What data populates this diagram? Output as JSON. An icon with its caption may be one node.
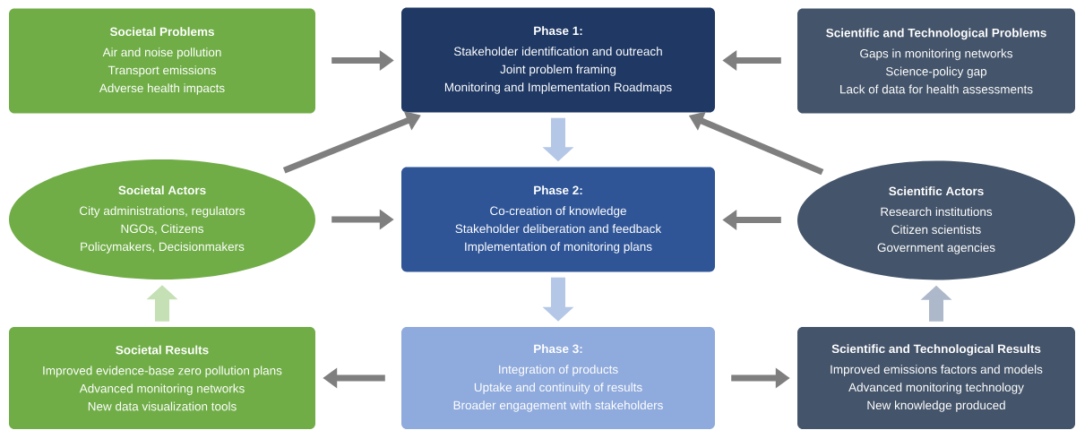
{
  "diagram": {
    "nodes": [
      {
        "text": [
          "Societal Problems",
          "Air and noise pollution",
          "Transport emissions",
          "Adverse health impacts"
        ]
      },
      {
        "text": [
          "Phase 1:",
          "Stakeholder identification and outreach",
          "Joint problem framing",
          "Monitoring and Implementation Roadmaps"
        ]
      },
      {
        "text": [
          "Scientific and Technological Problems",
          "Gaps in monitoring networks",
          "Science-policy gap",
          "Lack of data for health assessments"
        ]
      },
      {
        "text": [
          "Societal Actors",
          "City administrations, regulators",
          "NGOs, Citizens",
          "Policymakers, Decisionmakers"
        ]
      },
      {
        "text": [
          "Phase 2:",
          "Co-creation of knowledge",
          "Stakeholder deliberation and feedback",
          "Implementation of monitoring plans"
        ]
      },
      {
        "text": [
          "Scientific Actors",
          "Research institutions",
          "Citizen scientists",
          "Government agencies"
        ]
      },
      {
        "text": [
          "Societal Results",
          "Improved evidence-base zero pollution plans",
          "Advanced monitoring networks",
          "New data visualization tools"
        ]
      },
      {
        "text": [
          "Phase 3:",
          "Integration of products",
          "Uptake and continuity of results",
          "Broader engagement with stakeholders"
        ]
      },
      {
        "text": [
          "Scientific and Technological Results",
          "Improved emissions factors and models",
          "Advanced monitoring technology",
          "New knowledge produced"
        ]
      }
    ],
    "edges": [
      {
        "from": 0,
        "to": 1,
        "arrow": "to"
      },
      {
        "from": 2,
        "to": 1,
        "arrow": "to"
      },
      {
        "from": 3,
        "to": 1,
        "arrow": "to"
      },
      {
        "from": 5,
        "to": 1,
        "arrow": "to"
      },
      {
        "from": 1,
        "to": 4,
        "arrow": "to",
        "style": "thick",
        "color": "#b4c7e7"
      },
      {
        "from": 3,
        "to": 4,
        "arrow": "to"
      },
      {
        "from": 5,
        "to": 4,
        "arrow": "to"
      },
      {
        "from": 4,
        "to": 7,
        "arrow": "to",
        "style": "thick",
        "color": "#b4c7e7"
      },
      {
        "from": 7,
        "to": 6,
        "arrow": "to"
      },
      {
        "from": 7,
        "to": 8,
        "arrow": "to"
      },
      {
        "from": 6,
        "to": 3,
        "arrow": "to",
        "style": "thick",
        "color": "#c5e0b4"
      },
      {
        "from": 8,
        "to": 5,
        "arrow": "to",
        "style": "thick",
        "color": "#adb9ca"
      }
    ]
  }
}
